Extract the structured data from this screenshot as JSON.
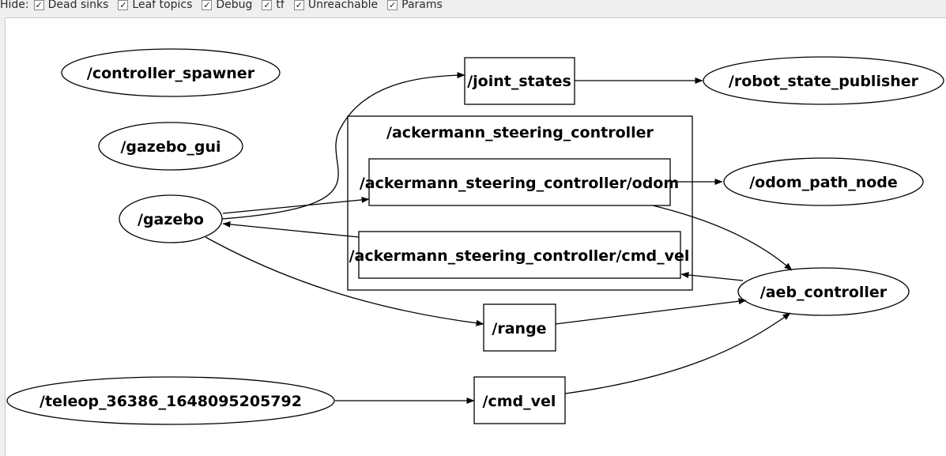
{
  "hide_bar": {
    "label": "Hide:",
    "options": [
      {
        "label": "Dead sinks",
        "checked": true
      },
      {
        "label": "Leaf topics",
        "checked": true
      },
      {
        "label": "Debug",
        "checked": true
      },
      {
        "label": "tf",
        "checked": true
      },
      {
        "label": "Unreachable",
        "checked": true
      },
      {
        "label": "Params",
        "checked": true
      }
    ]
  },
  "graph": {
    "cluster_label": "/ackermann_steering_controller",
    "nodes": {
      "controller_spawner": "/controller_spawner",
      "gazebo_gui": "/gazebo_gui",
      "gazebo": "/gazebo",
      "teleop": "/teleop_36386_1648095205792",
      "robot_state_publisher": "/robot_state_publisher",
      "odom_path_node": "/odom_path_node",
      "aeb_controller": "/aeb_controller"
    },
    "topics": {
      "joint_states": "/joint_states",
      "odom": "/ackermann_steering_controller/odom",
      "cmd_vel_ctrl": "/ackermann_steering_controller/cmd_vel",
      "range": "/range",
      "cmd_vel": "/cmd_vel"
    }
  }
}
